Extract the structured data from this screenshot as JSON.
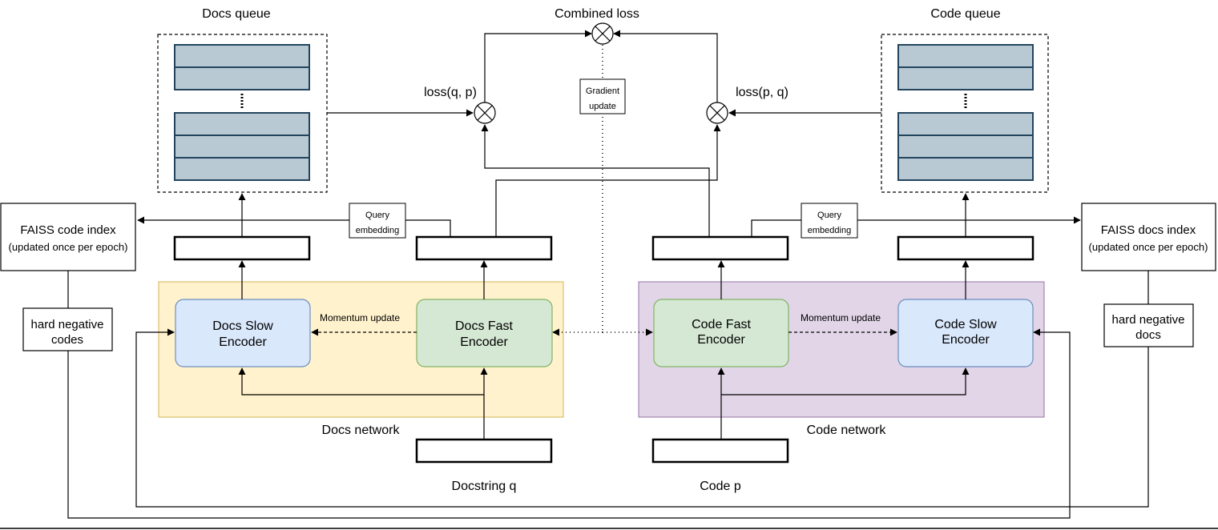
{
  "docs_queue": {
    "title": "Docs queue"
  },
  "code_queue": {
    "title": "Code queue"
  },
  "combined_loss": {
    "label": "Combined loss"
  },
  "loss_qp": {
    "label": "loss(q, p)"
  },
  "loss_pq": {
    "label": "loss(p, q)"
  },
  "gradient_update": {
    "line1": "Gradient",
    "line2": "update"
  },
  "faiss_code": {
    "title": "FAISS code index",
    "subtitle": "(updated once per epoch)"
  },
  "faiss_docs": {
    "title": "FAISS docs index",
    "subtitle": "(updated once per epoch)"
  },
  "hard_neg_codes": {
    "line1": "hard negative",
    "line2": "codes"
  },
  "hard_neg_docs": {
    "line1": "hard negative",
    "line2": "docs"
  },
  "query_embedding_left": {
    "line1": "Query",
    "line2": "embedding"
  },
  "query_embedding_right": {
    "line1": "Query",
    "line2": "embedding"
  },
  "docs_network": {
    "label": "Docs network",
    "slow_encoder": {
      "line1": "Docs Slow",
      "line2": "Encoder"
    },
    "fast_encoder": {
      "line1": "Docs Fast",
      "line2": "Encoder"
    },
    "momentum_label": "Momentum update"
  },
  "code_network": {
    "label": "Code network",
    "fast_encoder": {
      "line1": "Code Fast",
      "line2": "Encoder"
    },
    "slow_encoder": {
      "line1": "Code Slow",
      "line2": "Encoder"
    },
    "momentum_label": "Momentum update"
  },
  "inputs": {
    "docstring": "Docstring q",
    "code": "Code p"
  },
  "colors": {
    "docs_network_fill": "#fff2cc",
    "docs_network_stroke": "#d6b656",
    "code_network_fill": "#e1d5e7",
    "code_network_stroke": "#9673a6",
    "slow_encoder_fill": "#dae8fc",
    "slow_encoder_stroke": "#6c8ebf",
    "fast_encoder_fill": "#d5e8d4",
    "fast_encoder_stroke": "#82b366",
    "queue_cell_fill": "#b9c9d4",
    "queue_cell_stroke": "#23445d"
  }
}
